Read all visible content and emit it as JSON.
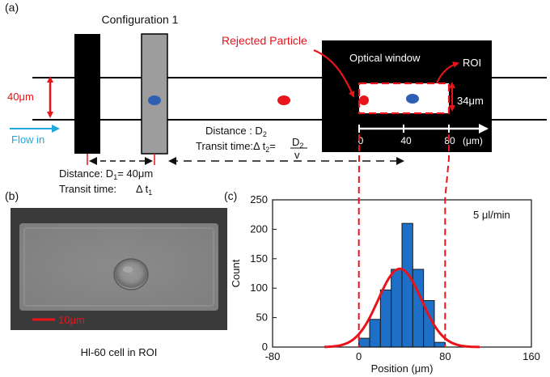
{
  "panel_a": {
    "label": "(a)",
    "configuration_title": "Configuration 1",
    "rejected_particle": "Rejected Particle",
    "optical_window": "Optical window",
    "roi": "ROI",
    "channel_width": "40μm",
    "roi_height": "34μm",
    "flow_in": "Flow in",
    "window_scale_ticks": [
      "0",
      "40",
      "80"
    ],
    "window_scale_unit": "(μm)",
    "distance2_label": "Distance  : D",
    "distance2_sub": "2",
    "transit2_label": "Transit time:Δ t",
    "transit2_sub": "2",
    "transit2_eq": "=",
    "frac_num": "D",
    "frac_num_sub": "2",
    "frac_den": "v",
    "distance1_label": "Distance: D",
    "distance1_sub": "1",
    "distance1_value": "= 40μm",
    "transit1_label": "Transit time:",
    "transit1_value": "Δ t",
    "transit1_sub": "1",
    "colors": {
      "red": "#e8131b",
      "cyan": "#1fa8e0",
      "blue_cell": "#2f5fb2",
      "gray_box": "#9d9d9d"
    }
  },
  "panel_b": {
    "label": "(b)",
    "scale_bar": "10μm",
    "caption": "Hl-60 cell in ROI"
  },
  "panel_c": {
    "label": "(c)",
    "annotation": "5 μl/min"
  },
  "chart_data": {
    "type": "bar",
    "xlabel": "Position (μm)",
    "ylabel": "Count",
    "xlim": [
      -80,
      160
    ],
    "ylim": [
      0,
      250
    ],
    "x_ticks": [
      "-80",
      "0",
      "80",
      "160"
    ],
    "y_ticks": [
      "0",
      "50",
      "100",
      "150",
      "200",
      "250"
    ],
    "bin_width": 10,
    "bin_starts": [
      0,
      10,
      20,
      30,
      40,
      50,
      60,
      70,
      80
    ],
    "values": [
      15,
      47,
      97,
      132,
      210,
      132,
      79,
      8,
      0
    ],
    "fit_curve": {
      "type": "gaussian",
      "mean": 38,
      "sigma": 20,
      "amplitude": 133
    },
    "reference_lines_x": [
      0,
      80
    ],
    "colors": {
      "bar_fill": "#1e6fc8",
      "bar_stroke": "#1a1a1a",
      "fit": "#e8131b",
      "reference": "#e8131b"
    }
  }
}
